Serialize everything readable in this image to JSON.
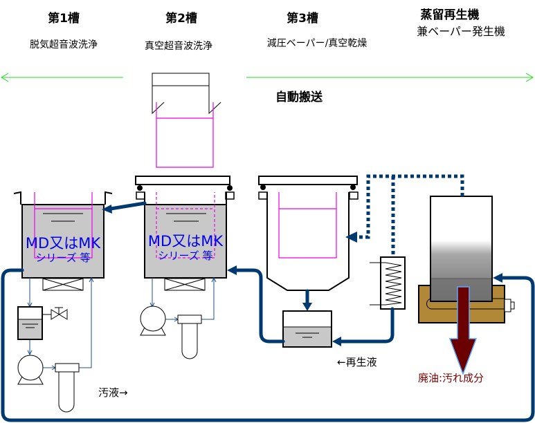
{
  "stations": [
    {
      "title": "第1槽",
      "subtitle": "脱気超音波洗浄"
    },
    {
      "title": "第2槽",
      "subtitle": "真空超音波洗浄"
    },
    {
      "title": "第3槽",
      "subtitle": "減圧ベーパー/真空乾燥"
    },
    {
      "title": "蒸留再生機",
      "subtitle": "兼ベーパー発生機"
    }
  ],
  "transport_label": "自動搬送",
  "tank_label_1": "MD又はMK",
  "tank_label_2": "シリーズ 等",
  "labels": {
    "dirty_liquid": "汚液→",
    "regenerated_liquid": "←再生液",
    "waste_oil": "廃油:汚れ成分"
  },
  "colors": {
    "pipe": "#003870",
    "transport_arrow": "#22dd22",
    "workpiece": "#ee00ee",
    "liquid": "#c8c8c8",
    "heater_base": "#b08838",
    "waste": "#6a0000",
    "tank_text": "#0000ee"
  }
}
